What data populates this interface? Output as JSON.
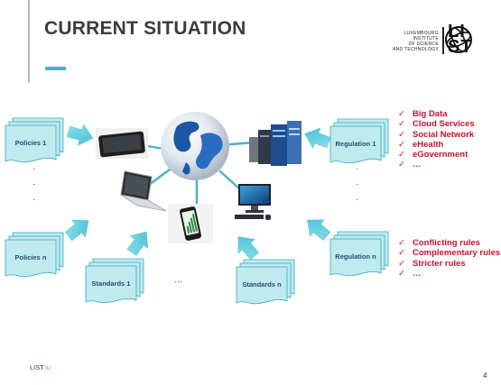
{
  "slide": {
    "title": "CURRENT SITUATION",
    "footer_brand": "LIST",
    "footer_tld": ".lu",
    "page_number": "4"
  },
  "logo": {
    "lines": [
      "LUXEMBOURG",
      "INSTITUTE",
      "OF SCIENCE",
      "AND TECHNOLOGY"
    ],
    "wordmark_top": "LI",
    "wordmark_bottom": "ST"
  },
  "documents": {
    "policies_1": "Policies 1",
    "policies_n": "Policies n",
    "standards_1": "Standards 1",
    "standards_n": "Standards n",
    "regulation_1": "Regulation 1",
    "regulation_n": "Regulation n"
  },
  "ellipses": {
    "vertical": "·",
    "horizontal": "…"
  },
  "topics_list": [
    "Big Data",
    "Cloud Services",
    "Social Network",
    "eHealth",
    "eGovernment",
    "…"
  ],
  "issues_list": [
    "Conflicting rules",
    "Complementary rules",
    "Stricter rules",
    "…"
  ],
  "check_glyph": "✓",
  "colors": {
    "accent_cyan": "#3cb8c8",
    "document_fill": "#bfeaf0",
    "document_stroke": "#3aaabb",
    "arrow_fill": "#5fcde0",
    "bullet_red": "#c8102e"
  }
}
